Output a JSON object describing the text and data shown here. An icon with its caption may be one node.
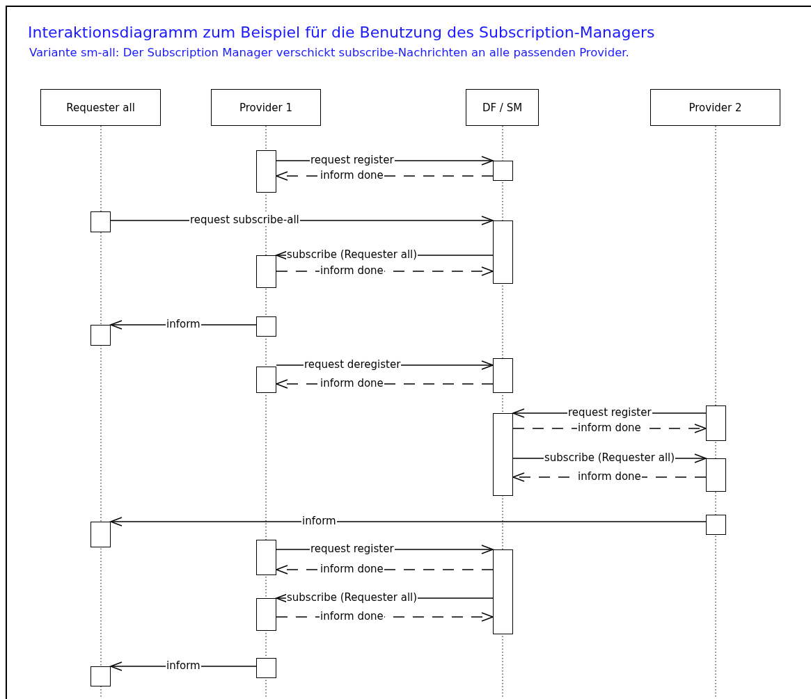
{
  "diagram": {
    "title": "Interaktionsdiagramm zum Beispiel für die Benutzung des Subscription-Managers",
    "caption": "Variante sm-all: Der Subscription Manager verschickt subscribe-Nachrichten an alle passenden Provider.",
    "nodes": [
      {
        "text": [
          "Requester all"
        ]
      },
      {
        "text": [
          "Provider 1"
        ]
      },
      {
        "text": [
          "DF / SM"
        ]
      },
      {
        "text": [
          "Provider 2"
        ]
      },
      {
        "text": [],
        "shape": "bar"
      },
      {
        "text": [],
        "shape": "bar"
      },
      {
        "text": [],
        "shape": "bar"
      },
      {
        "text": [],
        "shape": "bar"
      },
      {
        "text": [],
        "shape": "bar"
      },
      {
        "text": [],
        "shape": "bar"
      },
      {
        "text": [],
        "shape": "bar"
      },
      {
        "text": [],
        "shape": "bar"
      },
      {
        "text": [],
        "shape": "bar"
      },
      {
        "text": [],
        "shape": "bar"
      },
      {
        "text": [],
        "shape": "bar"
      },
      {
        "text": [],
        "shape": "bar"
      },
      {
        "text": [],
        "shape": "bar"
      },
      {
        "text": [],
        "shape": "bar"
      },
      {
        "text": [],
        "shape": "bar"
      },
      {
        "text": [],
        "shape": "bar"
      },
      {
        "text": [],
        "shape": "bar"
      },
      {
        "text": [],
        "shape": "bar"
      },
      {
        "text": [],
        "shape": "bar"
      }
    ],
    "edges": [
      {
        "from": 4,
        "to": 5,
        "arrow": "to",
        "label": "request register"
      },
      {
        "from": 5,
        "to": 4,
        "arrow": "to",
        "label": "inform done",
        "style": "dashed"
      },
      {
        "from": 6,
        "to": 7,
        "arrow": "to",
        "label": "request subscribe-all"
      },
      {
        "from": 7,
        "to": 8,
        "arrow": "to",
        "label": "subscribe (Requester all)"
      },
      {
        "from": 8,
        "to": 7,
        "arrow": "to",
        "label": "inform done",
        "style": "dashed"
      },
      {
        "from": 9,
        "to": 10,
        "arrow": "to",
        "label": "inform"
      },
      {
        "from": 12,
        "to": 11,
        "arrow": "to",
        "label": "request deregister"
      },
      {
        "from": 11,
        "to": 12,
        "arrow": "to",
        "label": "inform done",
        "style": "dashed"
      },
      {
        "from": 13,
        "to": 14,
        "arrow": "to",
        "label": "request register"
      },
      {
        "from": 14,
        "to": 13,
        "arrow": "to",
        "label": "inform done",
        "style": "dashed"
      },
      {
        "from": 14,
        "to": 15,
        "arrow": "to",
        "label": "subscribe (Requester all)"
      },
      {
        "from": 15,
        "to": 14,
        "arrow": "to",
        "label": "inform done",
        "style": "dashed"
      },
      {
        "from": 16,
        "to": 17,
        "arrow": "to",
        "label": "inform"
      },
      {
        "from": 18,
        "to": 19,
        "arrow": "to",
        "label": "request register"
      },
      {
        "from": 19,
        "to": 18,
        "arrow": "to",
        "label": "inform done",
        "style": "dashed"
      },
      {
        "from": 19,
        "to": 20,
        "arrow": "to",
        "label": "subscribe (Requester all)"
      },
      {
        "from": 20,
        "to": 19,
        "arrow": "to",
        "label": "inform done",
        "style": "dashed"
      },
      {
        "from": 21,
        "to": 22,
        "arrow": "to",
        "label": "inform"
      }
    ]
  }
}
